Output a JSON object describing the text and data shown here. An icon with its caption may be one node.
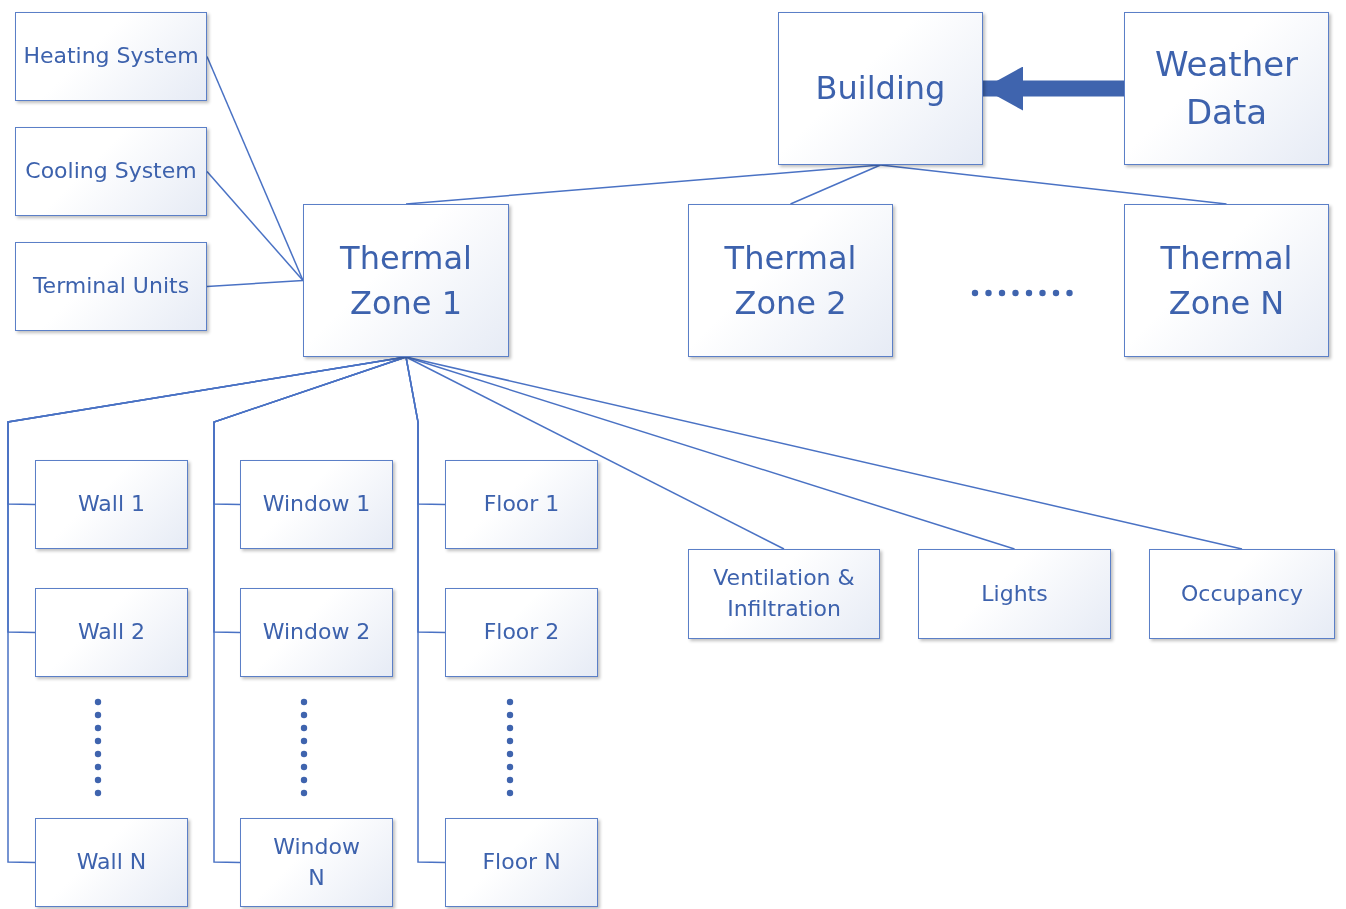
{
  "diagram": {
    "nodes": [
      {
        "text": [
          "Heating System"
        ]
      },
      {
        "text": [
          "Cooling System"
        ]
      },
      {
        "text": [
          "Terminal Units"
        ]
      },
      {
        "text": [
          "Building"
        ]
      },
      {
        "text": [
          "Weather Data"
        ]
      },
      {
        "text": [
          "Thermal Zone 1"
        ]
      },
      {
        "text": [
          "Thermal Zone 2"
        ]
      },
      {
        "text": [
          "Thermal Zone N"
        ]
      },
      {
        "text": [
          "Wall 1"
        ]
      },
      {
        "text": [
          "Window 1"
        ]
      },
      {
        "text": [
          "Floor 1"
        ]
      },
      {
        "text": [
          "Ventilation & Infiltration"
        ]
      },
      {
        "text": [
          "Lights"
        ]
      },
      {
        "text": [
          "Occupancy"
        ]
      },
      {
        "text": [
          "Wall 2"
        ]
      },
      {
        "text": [
          "Window 2"
        ]
      },
      {
        "text": [
          "Floor 2"
        ]
      },
      {
        "text": [
          "Wall N"
        ]
      },
      {
        "text": [
          "Window N"
        ]
      },
      {
        "text": [
          "Floor N"
        ]
      }
    ],
    "edges": [
      {
        "from": 0,
        "to": 5,
        "arrow": "none"
      },
      {
        "from": 1,
        "to": 5,
        "arrow": "none"
      },
      {
        "from": 2,
        "to": 5,
        "arrow": "none"
      },
      {
        "from": 4,
        "to": 3,
        "arrow": "to",
        "style": "thick"
      },
      {
        "from": 3,
        "to": 5,
        "arrow": "none"
      },
      {
        "from": 3,
        "to": 6,
        "arrow": "none"
      },
      {
        "from": 3,
        "to": 7,
        "arrow": "none"
      },
      {
        "from": 5,
        "to": 8,
        "arrow": "none"
      },
      {
        "from": 5,
        "to": 14,
        "arrow": "none"
      },
      {
        "from": 5,
        "to": 17,
        "arrow": "none"
      },
      {
        "from": 5,
        "to": 9,
        "arrow": "none"
      },
      {
        "from": 5,
        "to": 15,
        "arrow": "none"
      },
      {
        "from": 5,
        "to": 18,
        "arrow": "none"
      },
      {
        "from": 5,
        "to": 10,
        "arrow": "none"
      },
      {
        "from": 5,
        "to": 16,
        "arrow": "none"
      },
      {
        "from": 5,
        "to": 19,
        "arrow": "none"
      },
      {
        "from": 5,
        "to": 11,
        "arrow": "none"
      },
      {
        "from": 5,
        "to": 12,
        "arrow": "none"
      },
      {
        "from": 5,
        "to": 13,
        "arrow": "none"
      }
    ]
  }
}
